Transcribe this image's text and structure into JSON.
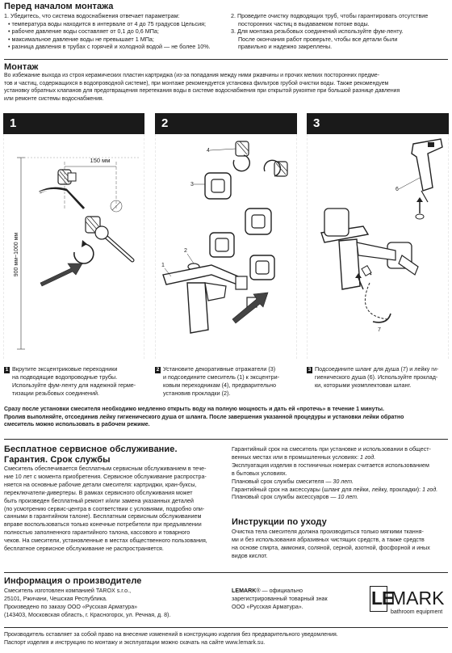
{
  "before": {
    "title": "Перед началом монтажа",
    "left": [
      "1. Убедитесь, что система водоснабжения отвечает параметрам:",
      "• температура воды находится в интервале от 4 до 75 градусов Цельсия;",
      "• рабочее давление воды составляет от 0,1 до 0,6 MПа;",
      "• максимальное давление воды не превышает 1 MПа;",
      "• разница давления в трубах с горячей и холодной водой — не более 10%."
    ],
    "right": [
      "2. Проведите очистку подводящих труб, чтобы гарантировать отсутствие",
      "посторонних частиц в выдаваемом потоке воды.",
      "3. Для монтажа резьбовых соединений используйте фум-ленту.",
      "После окончания работ проверьте, чтобы все детали были",
      "правильно и надежно закреплены."
    ]
  },
  "montage": {
    "title": "Монтаж",
    "lines": [
      "Во избежание выхода из строя керамических пластин картриджа (из-за попадания между ними ржавчины и прочих мелких посторонних предме-",
      "тов и частиц, содержащихся в водопроводной системе), при монтаже рекомендуется установка фильтров грубой очистки воды. Также рекомендуем",
      "установку обратных клапанов для предотвращения перетекания воды в системе водоснабжения при открытой рукоятке при большой разнице давления",
      "или ремонте системы водоснабжения."
    ]
  },
  "steps": [
    {
      "num": "1",
      "caption": [
        "Вкрутите эксцентриковые переходники",
        "на подводящие водопроводные трубы.",
        "Используйте фум-ленту для надежной герме-",
        "тизации резьбовых соединений."
      ],
      "dim_h": "150 мм",
      "dim_v": "900 мм~1000 мм"
    },
    {
      "num": "2",
      "caption": [
        "Установите декоративные отражатели (3)",
        "и подсоедините смеситель (1) к эксцентри-",
        "ковым переходникам (4), предварительно",
        "установив прокладки (2)."
      ],
      "labels": [
        "4",
        "3",
        "2",
        "1"
      ]
    },
    {
      "num": "3",
      "caption": [
        "Подсоедините шланг для душа (7) и лейку ги-",
        "гиенического душа (6). Используйте проклад-",
        "ки, которыми укомплектован шланг."
      ],
      "labels": [
        "6",
        "7"
      ]
    }
  ],
  "warning": [
    "Сразу после установки смесителя необходимо медленно открыть воду на полную мощность и дать ей «протечь» в течение 1 минуты.",
    "Пролив выполняйте, отсоединив лейку гигиенического душа от шланга. После завершения указанной процедуры и установки лейки обратно",
    "смеситель можно использовать в рабочем режиме."
  ],
  "service": {
    "title1": "Бесплатное сервисное обслуживание.",
    "title2": "Гарантия. Срок службы",
    "lines": [
      "Смеситель обеспечивается бесплатным сервисным обслуживанием в тече-",
      "ние 10 лет с момента приобретения. Сервисное обслуживание распростра-",
      "няется на основные рабочие детали смесителя: картриджи, кран-буксы,",
      "переключатели-дивертеры. В рамках сервисного обслуживания может",
      "быть произведен бесплатный ремонт и/или замена указанных деталей",
      "(по усмотрению сервис-центра в соответствии с условиями, подробно опи-",
      "санными в гарантийном талоне). Бесплатным сервисным обслуживанием",
      "вправе воспользоваться только конечные потребители при предъявлении",
      "полностью заполненного гарантийного талона, кассового и товарного",
      "чеков. На смесители, установленные в местах общественного пользования,",
      "бесплатное сервисное обслуживание не распространяется."
    ]
  },
  "warranty": {
    "lines": [
      {
        "t": "Гарантийный срок на смеситель при установке и использовании в общест-",
        "i": ""
      },
      {
        "t": "венных местах или в промышленных условиях: ",
        "i": "1 год."
      },
      {
        "t": "Эксплуатация изделия в гостиничных номерах считается использованием",
        "i": ""
      },
      {
        "t": "в бытовых условиях.",
        "i": ""
      },
      {
        "t": "Плановый срок службы смесителя — ",
        "i": "30 лет."
      },
      {
        "t": "Гарантийный срок на аксессуары (шланг для лейки, лейку, прокладки): ",
        "i": "1 год."
      },
      {
        "t": "Плановый срок службы аксессуаров — ",
        "i": "10 лет."
      }
    ]
  },
  "care": {
    "title": "Инструкции по уходу",
    "lines": [
      "Очистка тела смесителя должна производиться только мягкими ткання-",
      "ми и без использования абразивных чистящих средств, а также средств",
      "на основе спирта, аммония, соляной, серной, азотной, фосфорной и иных",
      "видов кислот."
    ]
  },
  "maker": {
    "title": "Информация о производителе",
    "lines": [
      "Смеситель изготовлен компанией TAROX s.r.o.,",
      "25101, Ржичани, Чешская Республика.",
      "Произведено по заказу ООО «Русская Арматура»",
      "(143403, Московская область, г. Красногорск, ул. Речная, д. 8)."
    ],
    "brand_bold": "LEMARK",
    "brand_lines": [
      "® — официально",
      "зарегистрированный товарный знак",
      "ООО «Русская Арматура»."
    ]
  },
  "logo": {
    "le": "LE",
    "mark": "MARK",
    "sub": "bathroom equipment"
  },
  "footer": [
    "Производитель оставляет за собой право на внесение изменений в конструкцию изделия без предварительного уведомления.",
    "Паспорт изделия и инструкцию по монтажу и эксплуатации можно скачать на сайте www.lemark.su."
  ]
}
